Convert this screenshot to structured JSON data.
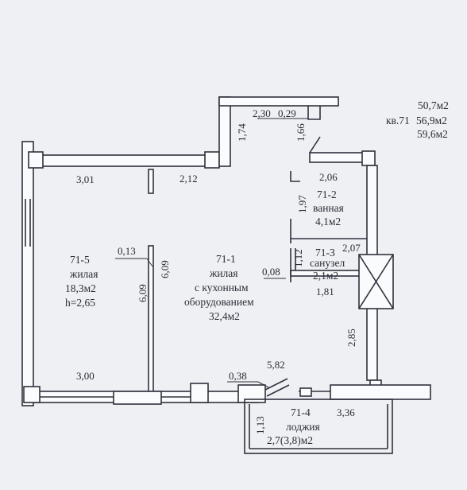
{
  "summary": {
    "apartment": "кв.71",
    "area_living": "50,7м2",
    "area_total": "56,9м2",
    "area_with_loggia": "59,6м2"
  },
  "rooms": {
    "r715": {
      "id": "71-5",
      "name": "жилая",
      "area": "18,3м2",
      "height": "h=2,65"
    },
    "r711": {
      "id": "71-1",
      "line1": "жилая",
      "line2": "с кухонным",
      "line3": "оборудованием",
      "area": "32,4м2"
    },
    "r712": {
      "id": "71-2",
      "name": "ванная",
      "area": "4,1м2"
    },
    "r713": {
      "id": "71-3",
      "name": "санузел",
      "area": "2,1м2"
    },
    "r714": {
      "id": "71-4",
      "name": "лоджия",
      "area": "2,7(3,8)м2"
    }
  },
  "dimensions": {
    "top_left": "3,01",
    "top_mid": "2,12",
    "corridor_top": "2,30",
    "niche_small": "0,29",
    "corridor_height": "1,74",
    "niche_depth": "1,66",
    "bath_width": "2,06",
    "bath_height": "1,97",
    "partition_left": "0,13",
    "partition_height_a": "6,09",
    "partition_height_b": "6,09",
    "wc_width": "2,07",
    "wc_height": "1,12",
    "wc_offset": "0,08",
    "below_wc": "1,81",
    "right_wall": "2,85",
    "diag": "5,82",
    "balcony_offset": "0,38",
    "bottom_left": "3,00",
    "loggia_height": "1,13",
    "loggia_width": "3,36"
  }
}
